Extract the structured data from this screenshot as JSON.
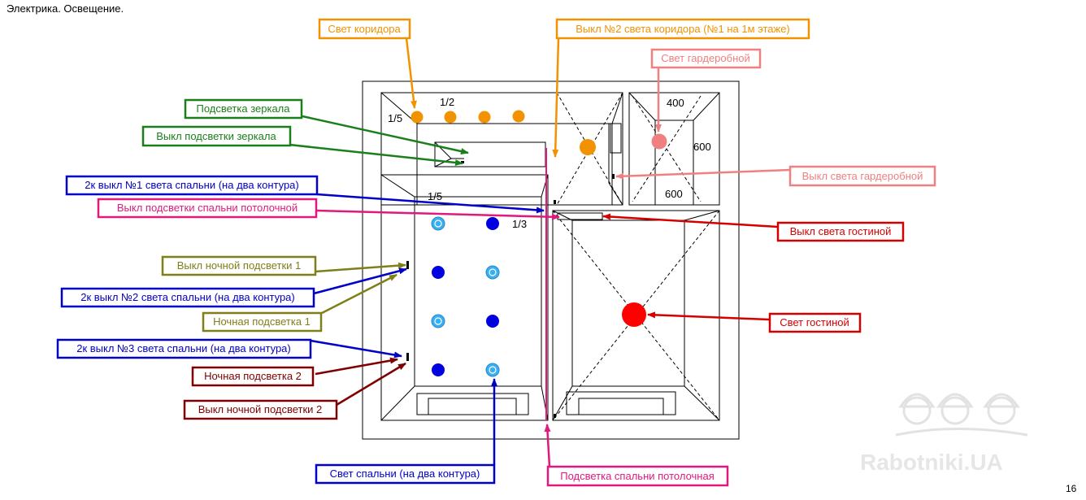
{
  "page": {
    "title": "Электрика. Освещение.",
    "page_number": "16",
    "watermark": "Rabotniki.UA"
  },
  "colors": {
    "orange": "#f39200",
    "pink": "#f08080",
    "green": "#1a7f1a",
    "blue": "#0000c8",
    "magenta": "#e0197d",
    "olive": "#7f7f1a",
    "darkred": "#7f0000",
    "red": "#d40000",
    "light_blue": "#3ab0f0"
  },
  "dimensions": {
    "d_1_2": "1/2",
    "d_1_5_top": "1/5",
    "d_1_5_mid": "1/5",
    "d_1_3": "1/3",
    "d_400": "400",
    "d_600_right": "600",
    "d_600_bottom": "600"
  },
  "labels": {
    "corridor_light": "Свет коридора",
    "corridor_switch_2": "Выкл №2 света коридора (№1 на 1м этаже)",
    "wardrobe_light": "Свет гардеробной",
    "mirror_backlight": "Подсветка зеркала",
    "mirror_backlight_switch": "Выкл подсветки зеркала",
    "bedroom_switch_1": "2к выкл №1 света спальни (на два контура)",
    "bedroom_ceiling_switch": "Выкл подсветки спальни потолочной",
    "wardrobe_switch": "Выкл света гардеробной",
    "living_switch": "Выкл света гостиной",
    "night_switch_1": "Выкл ночной подсветки 1",
    "bedroom_switch_2": "2к выкл №2 света спальни (на два контура)",
    "night_light_1": "Ночная подсветка 1",
    "living_light": "Свет гостиной",
    "bedroom_switch_3": "2к выкл №3 света спальни (на два контура)",
    "night_light_2": "Ночная подсветка 2",
    "night_switch_2": "Выкл ночной подсветки 2",
    "bedroom_light": "Свет спальни (на два контура)",
    "bedroom_ceiling_light": "Подсветка спальни потолочная"
  }
}
